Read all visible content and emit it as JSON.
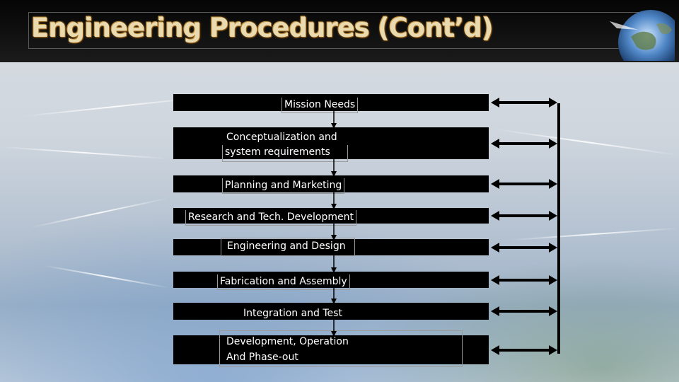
{
  "slide": {
    "title": "Engineering Procedures (Cont’d)"
  },
  "flowchart": {
    "steps": [
      {
        "lines": [
          "Mission Needs"
        ]
      },
      {
        "lines": [
          "Conceptualization and",
          "system requirements"
        ]
      },
      {
        "lines": [
          "Planning and Marketing"
        ]
      },
      {
        "lines": [
          "Research and Tech. Development"
        ]
      },
      {
        "lines": [
          "Engineering and Design"
        ]
      },
      {
        "lines": [
          "Fabrication and Assembly"
        ]
      },
      {
        "lines": [
          "Integration and Test"
        ]
      },
      {
        "lines": [
          "Development, Operation",
          "And Phase-out"
        ]
      }
    ]
  },
  "colors": {
    "title_text": "#e9dab0",
    "title_bar": "#0a0a0a",
    "box_fill": "#000000",
    "box_text": "#ffffff",
    "connector": "#000000"
  },
  "icons": [
    "globe-icon",
    "arrow-down-icon",
    "double-arrow-icon"
  ]
}
